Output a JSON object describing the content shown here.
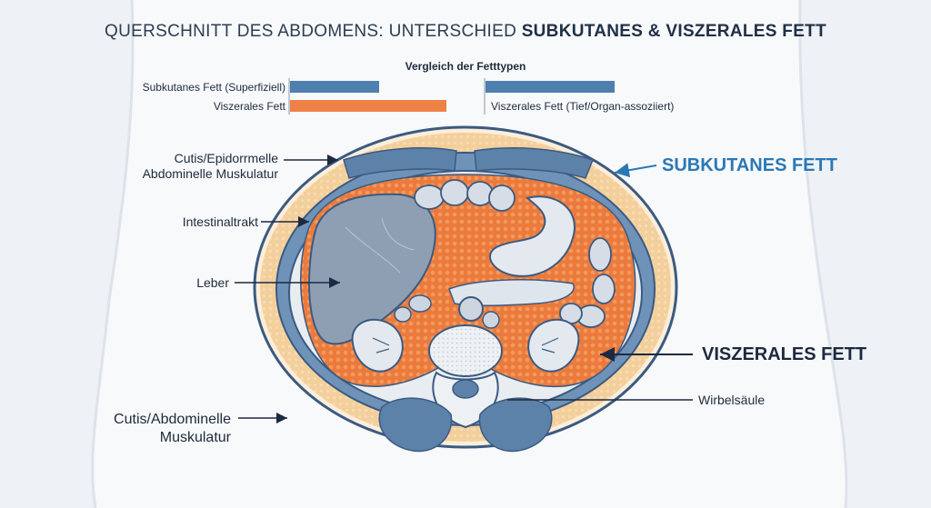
{
  "title": {
    "prefix": "QUERSCHNITT DES ABDOMENS: UNTERSCHIED ",
    "emphasis": "SUBKUTANES & VISZERALES FETT"
  },
  "comparison": {
    "title": "Vergleich der Fetttypen",
    "left_rows": [
      {
        "label": "Subkutanes Fett (Superfiziell)",
        "color": "#4f7fae"
      },
      {
        "label": "Viszerales Fett",
        "color": "#ee8145"
      }
    ],
    "right_label": "Viszerales Fett (Tief/Organ-assoziiert)"
  },
  "labels": {
    "cutis_top_line1": "Cutis/Epidorrmelle",
    "cutis_top_line2": "Abdominelle Muskulatur",
    "intestinal": "Intestinaltrakt",
    "liver": "Leber",
    "cutis_bottom_line1": "Cutis/Abdominelle",
    "cutis_bottom_line2": "Muskulatur",
    "subcutaneous_fat": "SUBKUTANES FETT",
    "visceral_fat": "VISZERALES FETT",
    "spine": "Wirbelsäule"
  },
  "colors": {
    "subcutaneous_fat": "#f3cf9c",
    "visceral_fat": "#ec7a3c",
    "muscle": "#5f86ad",
    "organ": "#8f9fb3",
    "accent_blue": "#2b78b5",
    "text_dark": "#1d2940"
  }
}
